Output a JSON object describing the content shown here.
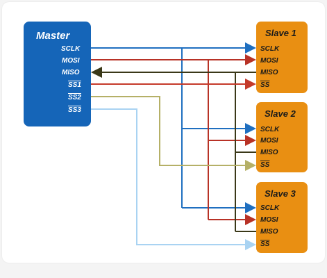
{
  "master": {
    "title": "Master",
    "pins": [
      "SCLK",
      "MOSI",
      "MISO",
      "SS1",
      "SS2",
      "SS3"
    ]
  },
  "slaves": [
    {
      "title": "Slave 1",
      "pins": [
        "SCLK",
        "MOSI",
        "MISO",
        "SS"
      ]
    },
    {
      "title": "Slave 2",
      "pins": [
        "SCLK",
        "MOSI",
        "MISO",
        "SS"
      ]
    },
    {
      "title": "Slave 3",
      "pins": [
        "SCLK",
        "MOSI",
        "MISO",
        "SS"
      ]
    }
  ],
  "colors": {
    "master_fill": "#1565b8",
    "slave_fill": "#e98f12",
    "sclk": "#1f6fc0",
    "mosi": "#b83226",
    "miso": "#3a3818",
    "ss1": "#c53a2a",
    "ss2": "#b5b067",
    "ss3": "#a9d3f2"
  },
  "icons": {
    "arrow": "arrow-head-icon"
  }
}
